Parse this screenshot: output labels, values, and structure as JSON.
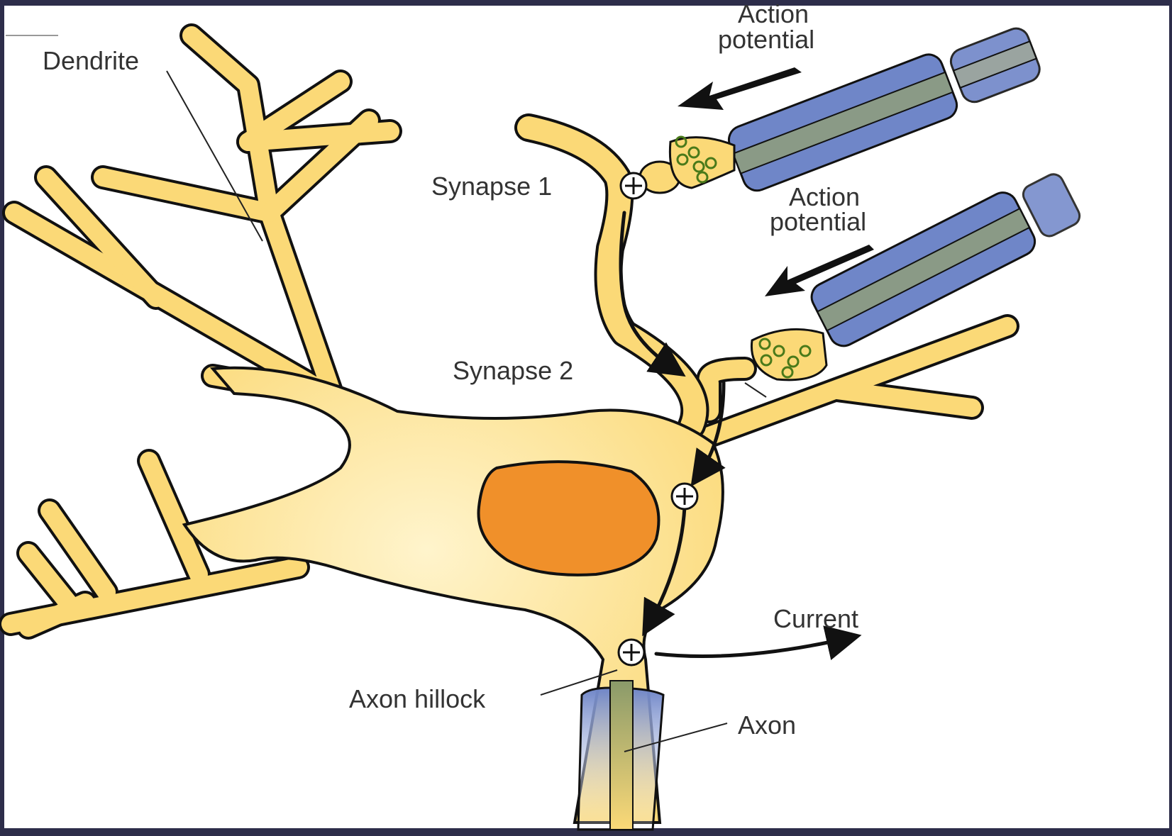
{
  "labels": {
    "dendrite": "Dendrite",
    "action_potential_1": [
      "Action",
      "potential"
    ],
    "action_potential_2": [
      "Action",
      "potential"
    ],
    "synapse_1": "Synapse 1",
    "synapse_2": "Synapse 2",
    "current": "Current",
    "axon_hillock": "Axon hillock",
    "axon": "Axon"
  },
  "colors": {
    "frame": "#2d2d4a",
    "panel": "#ffffff",
    "cytoplasm": "#fbd977",
    "soma_center": "#fff2c4",
    "nucleus": "#f0902a",
    "myelin": "#6f86c8",
    "axon_core": "#8a9a86",
    "outline": "#111111",
    "vesicle": "#6a9a2a"
  },
  "icons": {
    "excitatory_marker": "plus-circle-icon"
  }
}
